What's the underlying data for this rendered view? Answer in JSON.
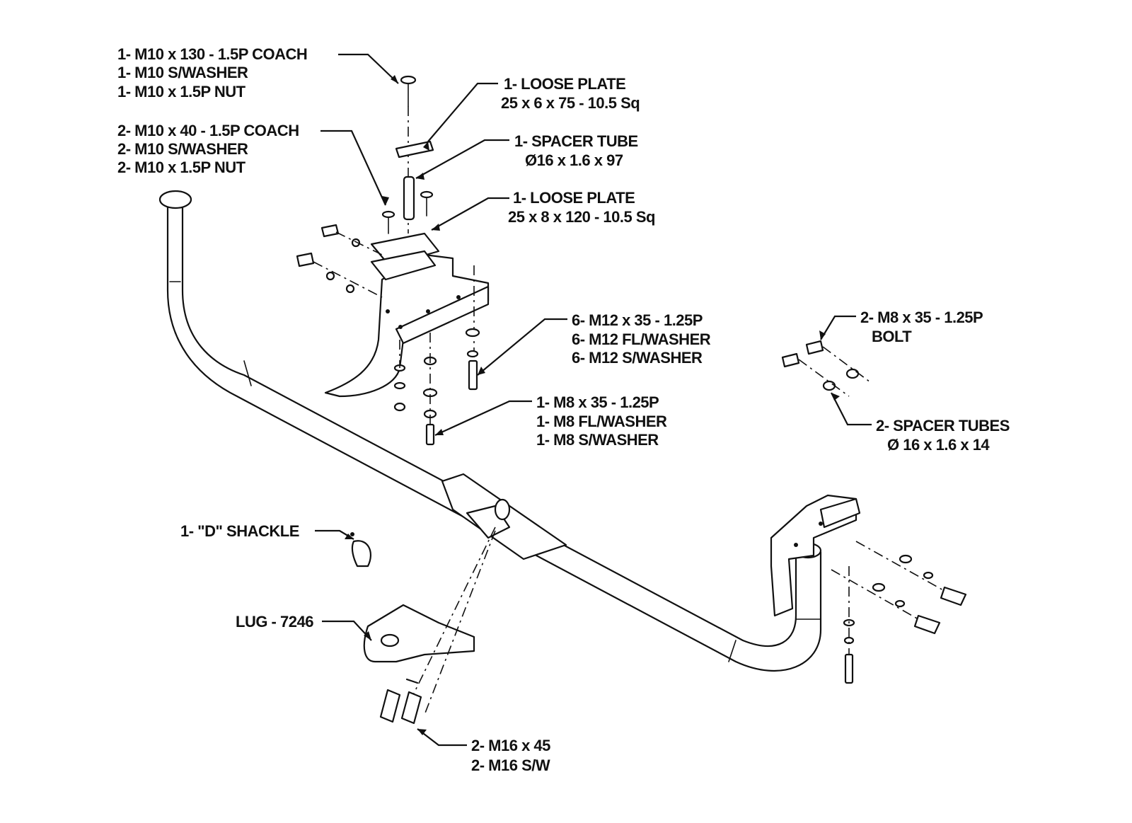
{
  "callouts": {
    "coach_bolt_long": [
      "1- M10 x 130 - 1.5P COACH",
      "1- M10 S/WASHER",
      "1- M10 x 1.5P NUT"
    ],
    "coach_bolt_short": [
      "2- M10 x 40 - 1.5P COACH",
      "2- M10 S/WASHER",
      "2- M10 x 1.5P NUT"
    ],
    "loose_plate_small": [
      "1- LOOSE PLATE",
      "25 x 6 x 75 - 10.5 Sq"
    ],
    "spacer_tube_long": [
      "1- SPACER TUBE",
      "Ø16 x 1.6 x 97"
    ],
    "loose_plate_large": [
      "1- LOOSE PLATE",
      "25 x 8 x 120 - 10.5 Sq"
    ],
    "m12_bolts": [
      "6- M12 x 35 - 1.25P",
      "6- M12 FL/WASHER",
      "6- M12 S/WASHER"
    ],
    "m8_bolt_single": [
      "1- M8 x 35 - 1.25P",
      "1- M8 FL/WASHER",
      "1- M8 S/WASHER"
    ],
    "m8_bolts_pair": [
      "2- M8 x 35 - 1.25P",
      "BOLT"
    ],
    "spacer_tubes_short": [
      "2- SPACER TUBES",
      "Ø 16 x 1.6 x 14"
    ],
    "d_shackle": [
      "1- \"D\" SHACKLE"
    ],
    "lug": [
      "LUG - 7246"
    ],
    "m16_bolts": [
      "2- M16 x 45",
      "2- M16 S/W"
    ]
  }
}
